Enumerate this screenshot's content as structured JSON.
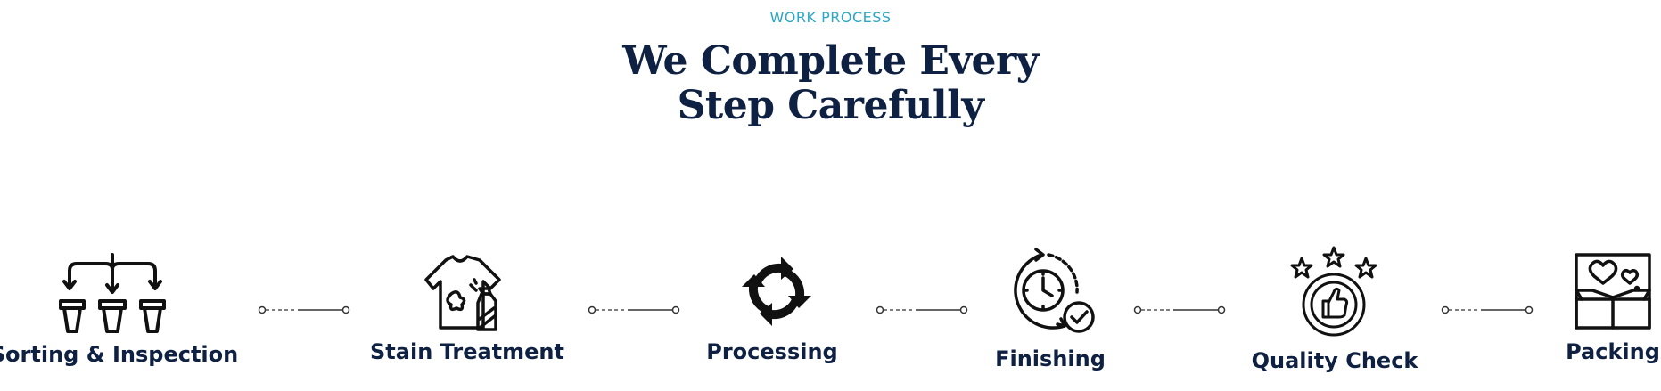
{
  "section": {
    "eyebrow": "WORK PROCESS",
    "heading_line1": "We Complete Every",
    "heading_line2": "Step Carefully"
  },
  "steps": [
    {
      "label": "Sorting & Inspection",
      "icon": "sorting-icon"
    },
    {
      "label": "Stain Treatment",
      "icon": "stain-treatment-icon"
    },
    {
      "label": "Processing",
      "icon": "processing-icon"
    },
    {
      "label": "Finishing",
      "icon": "finishing-icon"
    },
    {
      "label": "Quality Check",
      "icon": "quality-check-icon"
    },
    {
      "label": "Packing",
      "icon": "packing-icon"
    }
  ],
  "colors": {
    "accent": "#2aa7c7",
    "heading": "#0f2142",
    "icon": "#111111"
  }
}
